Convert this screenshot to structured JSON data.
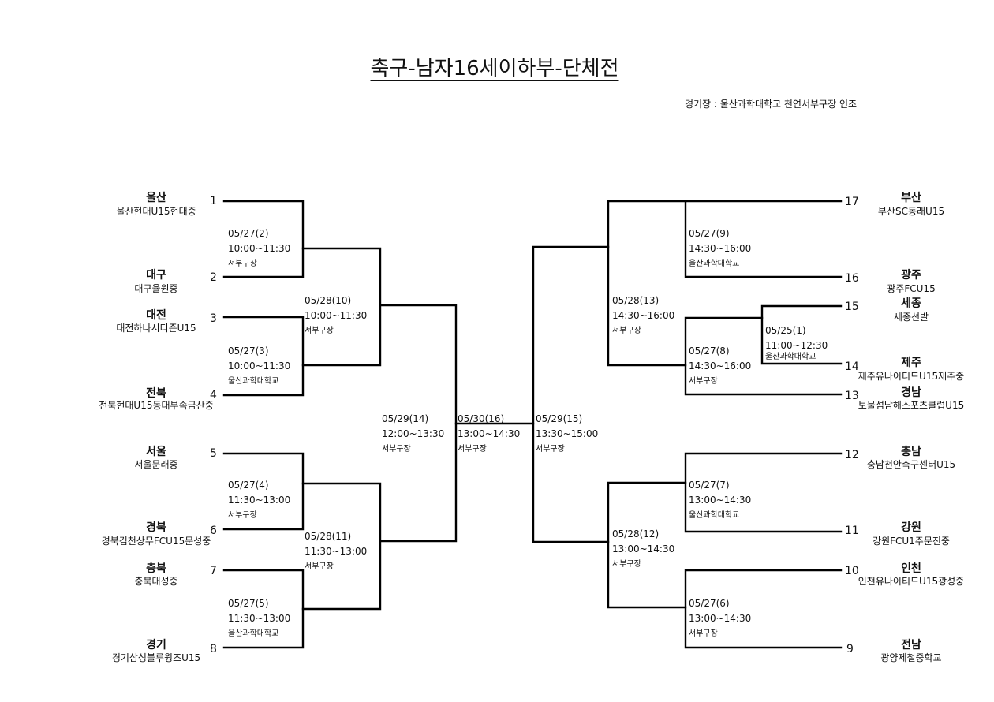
{
  "title": "축구-남자16세이하부-단체전",
  "venue": "경기장 : 울산과학대학교 천연서부구장 인조",
  "teams_left": [
    {
      "seed": "1",
      "region": "울산",
      "team": "울산현대U15현대중"
    },
    {
      "seed": "2",
      "region": "대구",
      "team": "대구율원중"
    },
    {
      "seed": "3",
      "region": "대전",
      "team": "대전하나시티즌U15"
    },
    {
      "seed": "4",
      "region": "전북",
      "team": "전북현대U15동대부속금산중"
    },
    {
      "seed": "5",
      "region": "서울",
      "team": "서울문래중"
    },
    {
      "seed": "6",
      "region": "경북",
      "team": "경북김천상무FCU15문성중"
    },
    {
      "seed": "7",
      "region": "충북",
      "team": "충북대성중"
    },
    {
      "seed": "8",
      "region": "경기",
      "team": "경기삼성블루윙즈U15"
    }
  ],
  "teams_right": [
    {
      "seed": "17",
      "region": "부산",
      "team": "부산SC동래U15"
    },
    {
      "seed": "16",
      "region": "광주",
      "team": "광주FCU15"
    },
    {
      "seed": "15",
      "region": "세종",
      "team": "세종선발"
    },
    {
      "seed": "14",
      "region": "제주",
      "team": "제주유나이티드U15제주중"
    },
    {
      "seed": "13",
      "region": "경남",
      "team": "보물섬남해스포츠클럽U15"
    },
    {
      "seed": "12",
      "region": "충남",
      "team": "충남천안축구센터U15"
    },
    {
      "seed": "11",
      "region": "강원",
      "team": "강원FCU1주문진중"
    },
    {
      "seed": "10",
      "region": "인천",
      "team": "인천유나이티드U15광성중"
    },
    {
      "seed": "9",
      "region": "전남",
      "team": "광양제철중학교"
    }
  ],
  "matches": {
    "m2": {
      "date": "05/27(2)",
      "time": "10:00~11:30",
      "venue": "서부구장"
    },
    "m3": {
      "date": "05/27(3)",
      "time": "10:00~11:30",
      "venue": "울산과학대학교"
    },
    "m4": {
      "date": "05/27(4)",
      "time": "11:30~13:00",
      "venue": "서부구장"
    },
    "m5": {
      "date": "05/27(5)",
      "time": "11:30~13:00",
      "venue": "울산과학대학교"
    },
    "m10": {
      "date": "05/28(10)",
      "time": "10:00~11:30",
      "venue": "서부구장"
    },
    "m11": {
      "date": "05/28(11)",
      "time": "11:30~13:00",
      "venue": "서부구장"
    },
    "m14": {
      "date": "05/29(14)",
      "time": "12:00~13:30",
      "venue": "서부구장"
    },
    "m16": {
      "date": "05/30(16)",
      "time": "13:00~14:30",
      "venue": "서부구장"
    },
    "m15": {
      "date": "05/29(15)",
      "time": "13:30~15:00",
      "venue": "서부구장"
    },
    "m13": {
      "date": "05/28(13)",
      "time": "14:30~16:00",
      "venue": "서부구장"
    },
    "m12": {
      "date": "05/28(12)",
      "time": "13:00~14:30",
      "venue": "서부구장"
    },
    "m9": {
      "date": "05/27(9)",
      "time": "14:30~16:00",
      "venue": "울산과학대학교"
    },
    "m8": {
      "date": "05/27(8)",
      "time": "14:30~16:00",
      "venue": "서부구장"
    },
    "m1": {
      "date": "05/25(1)",
      "time": "11:00~12:30",
      "venue": "울산과학대학교"
    },
    "m7": {
      "date": "05/27(7)",
      "time": "13:00~14:30",
      "venue": "울산과학대학교"
    },
    "m6": {
      "date": "05/27(6)",
      "time": "13:00~14:30",
      "venue": "서부구장"
    }
  }
}
